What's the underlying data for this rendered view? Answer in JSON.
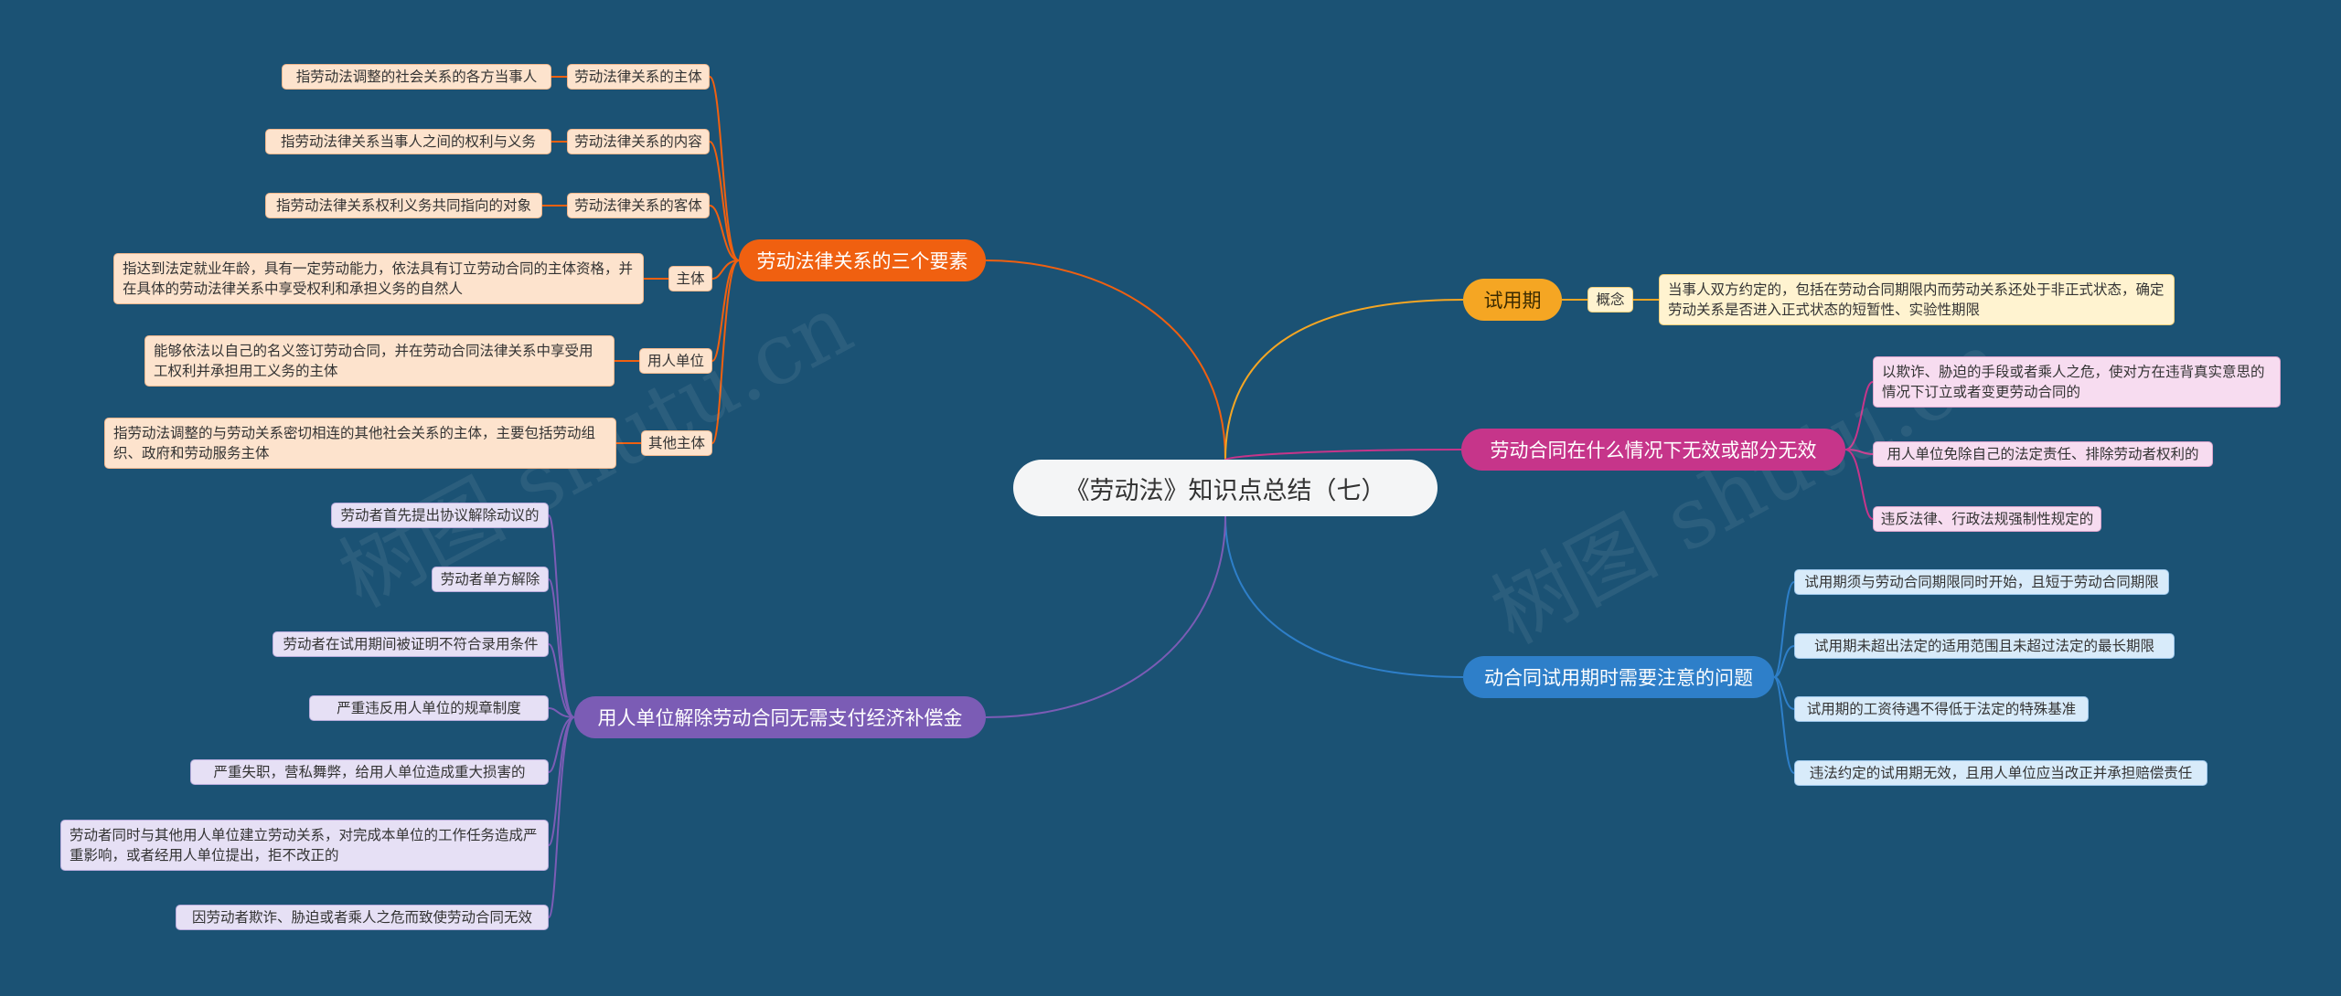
{
  "root": "《劳动法》知识点总结（七）",
  "colors": {
    "background": "#1b5274",
    "orange": "#f06010",
    "yellow": "#f5a623",
    "magenta": "#c6358a",
    "blue": "#2e7fc9",
    "purple": "#7b5cb5"
  },
  "watermark": "树图 shutu.cn",
  "branch_orange": {
    "title": "劳动法律关系的三个要素",
    "sub1": {
      "label": "劳动法律关系的主体",
      "detail": "指劳动法调整的社会关系的各方当事人"
    },
    "sub2": {
      "label": "劳动法律关系的内容",
      "detail": "指劳动法律关系当事人之间的权利与义务"
    },
    "sub3": {
      "label": "劳动法律关系的客体",
      "detail": "指劳动法律关系权利义务共同指向的对象"
    },
    "sub4": {
      "label": "主体",
      "detail": "指达到法定就业年龄，具有一定劳动能力，依法具有订立劳动合同的主体资格，并在具体的劳动法律关系中享受权利和承担义务的自然人"
    },
    "sub5": {
      "label": "用人单位",
      "detail": "能够依法以自己的名义签订劳动合同，并在劳动合同法律关系中享受用工权利并承担用工义务的主体"
    },
    "sub6": {
      "label": "其他主体",
      "detail": "指劳动法调整的与劳动关系密切相连的其他社会关系的主体，主要包括劳动组织、政府和劳动服务主体"
    }
  },
  "branch_purple": {
    "title": "用人单位解除劳动合同无需支付经济补偿金",
    "items": [
      "劳动者首先提出协议解除动议的",
      "劳动者单方解除",
      "劳动者在试用期间被证明不符合录用条件",
      "严重违反用人单位的规章制度",
      "严重失职，营私舞弊，给用人单位造成重大损害的",
      "劳动者同时与其他用人单位建立劳动关系，对完成本单位的工作任务造成严重影响，或者经用人单位提出，拒不改正的",
      "因劳动者欺诈、胁迫或者乘人之危而致使劳动合同无效"
    ]
  },
  "branch_yellow": {
    "title": "试用期",
    "concept_label": "概念",
    "concept_detail": "当事人双方约定的，包括在劳动合同期限内而劳动关系还处于非正式状态，确定劳动关系是否进入正式状态的短暂性、实验性期限"
  },
  "branch_magenta": {
    "title": "劳动合同在什么情况下无效或部分无效",
    "items": [
      "以欺诈、胁迫的手段或者乘人之危，使对方在违背真实意思的情况下订立或者变更劳动合同的",
      "用人单位免除自己的法定责任、排除劳动者权利的",
      "违反法律、行政法规强制性规定的"
    ]
  },
  "branch_blue": {
    "title": "动合同试用期时需要注意的问题",
    "items": [
      "试用期须与劳动合同期限同时开始，且短于劳动合同期限",
      "试用期未超出法定的适用范围且未超过法定的最长期限",
      "试用期的工资待遇不得低于法定的特殊基准",
      "违法约定的试用期无效，且用人单位应当改正并承担赔偿责任"
    ]
  }
}
